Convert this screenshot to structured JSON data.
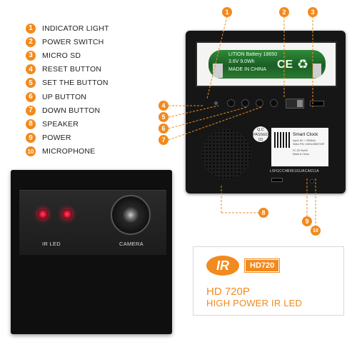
{
  "legend": [
    {
      "num": "1",
      "label": "INDICATOR LIGHT"
    },
    {
      "num": "2",
      "label": "POWER SWITCH"
    },
    {
      "num": "3",
      "label": "MICRO SD"
    },
    {
      "num": "4",
      "label": "RESET BUTTON"
    },
    {
      "num": "5",
      "label": "SET THE BUTTON"
    },
    {
      "num": "6",
      "label": "UP BUTTON"
    },
    {
      "num": "7",
      "label": "DOWN BUTTON"
    },
    {
      "num": "8",
      "label": "SPEAKER"
    },
    {
      "num": "9",
      "label": "POWER"
    },
    {
      "num": "10",
      "label": "MICROPHONE"
    }
  ],
  "back": {
    "battery_brand": "LITION Battery 18650",
    "battery_spec": "3.6V   9.0Wh",
    "battery_origin": "MADE IN CHINA",
    "ce_mark": "CE",
    "qc_text": "Q.C PASSED 03",
    "label_title": "Smart Clock",
    "label_line1": "Input: 5V ⎓ 2000mA",
    "label_line2": "Video P/N: 1920x1080/720P",
    "label_line3": "FC CE RoHS",
    "label_line4": "Made in China",
    "serial": "L5H1CC4B961GUACA611A"
  },
  "front": {
    "ir_label": "IR LED",
    "camera_label": "CAMERA"
  },
  "callouts": [
    "1",
    "2",
    "3",
    "4",
    "5",
    "6",
    "7",
    "8",
    "9",
    "10"
  ],
  "badge": {
    "logo": "IR",
    "hd_tag": "HD720",
    "line1": "HD 720P",
    "line2": "HIGH POWER IR LED"
  },
  "colors": {
    "accent": "#f28a1e",
    "device": "#161616",
    "battery": "#1b5e24",
    "ir_led": "#c8102e"
  }
}
